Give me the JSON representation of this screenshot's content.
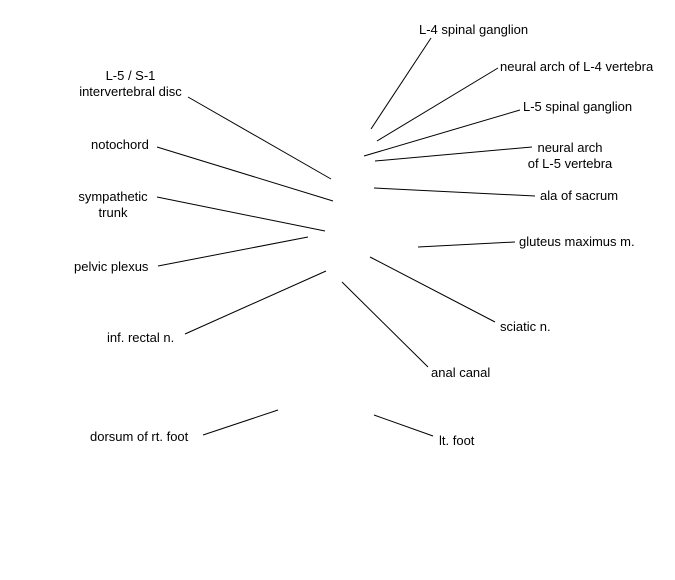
{
  "labels": {
    "l4_ganglion": "L-4 spinal ganglion",
    "neural_arch_l4": "neural arch of L-4 vertebra",
    "l5s1_disc": [
      "L-5 / S-1",
      "intervertebral disc"
    ],
    "l5_ganglion": "L-5 spinal ganglion",
    "notochord": "notochord",
    "neural_arch_l5": [
      "neural arch",
      "of L-5 vertebra"
    ],
    "sympathetic_trunk": [
      "sympathetic",
      "trunk"
    ],
    "ala_of_sacrum": "ala of sacrum",
    "gluteus_maximus": "gluteus maximus m.",
    "pelvic_plexus": "pelvic plexus",
    "sciatic_n": "sciatic n.",
    "inf_rectal_n": "inf. rectal n.",
    "anal_canal": "anal canal",
    "dorsum_rt_foot": "dorsum of rt. foot",
    "lt_foot": "lt. foot"
  }
}
